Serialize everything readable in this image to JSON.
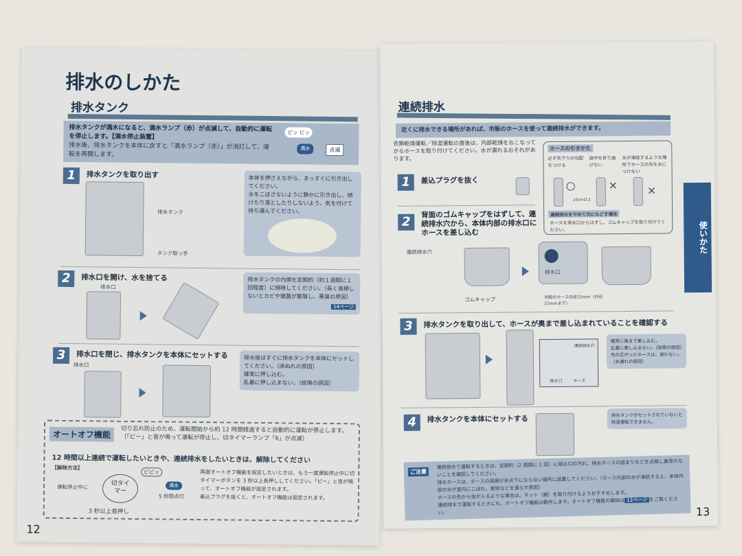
{
  "left_page": {
    "title": "排水のしかた",
    "section": "排水タンク",
    "intro_bold": "排水タンクが満水になると、満水ランプ（赤）が点滅して、自動的に運転を停止します。【満水停止装置】",
    "intro": "排水後、排水タンクを本体に戻すと「満水ランプ（赤）」が消灯して、運転を再開します。",
    "beep": "ピッ ピッ",
    "lamp": "満水",
    "blink": "点滅",
    "steps": [
      {
        "num": "1",
        "title": "排水タンクを取り出す",
        "labels": [
          "排水タンク",
          "タンク取っ手"
        ],
        "notes": [
          "本体を押さえながら、まっすぐに引き出してください。",
          "水をこぼさないように静かに引き出し、傾けたり落としたりしないよう、気を付けて持ち運んでください。"
        ]
      },
      {
        "num": "2",
        "title": "排水口を開け、水を捨てる",
        "labels": [
          "排水口"
        ],
        "notes": [
          "排水タンクの内側を定期的（約１週間に１回程度）に掃除してください。（長く清掃しないとカビや雑菌が繁殖し、悪臭の原因）"
        ],
        "ref": "14ページ"
      },
      {
        "num": "3",
        "title": "排水口を閉じ、排水タンクを本体にセットする",
        "labels": [
          "排水口"
        ],
        "notes": [
          "排水後はすぐに排水タンクを本体にセットしてください。（床ぬれの原因）",
          "確実に押し込む。",
          "乱暴に押し込まない。（故障の原因）"
        ]
      }
    ],
    "autooff": {
      "label": "オートオフ機能",
      "desc": "切り忘れ防止のため、運転開始から約 12 時間経過すると自動的に運転が停止します。（「ピー」と音が鳴って運転が停止し、切タイマーランプ「6」が点滅）",
      "headline": "12 時間以上連続で運転したいときや、連続排水をしたいときは、解除してください",
      "method": "【解除方法】",
      "while_stopped": "運転停止中に",
      "button": "切タイマー",
      "beep": "ピピッ",
      "lamp": "満水",
      "lamp_note": "5 秒間点灯",
      "press": "3 秒以上長押し",
      "notes": [
        "再度オートオフ機能を設定したいときは、もう一度運転停止中に切タイマーボタンを 3 秒以上長押ししてください。「ピー」と音が鳴って、オートオフ機能が設定されます。",
        "差込プラグを抜くと、オートオフ機能は設定されます。"
      ]
    },
    "page_number": "12"
  },
  "right_page": {
    "section": "連続排水",
    "band": "近くに排水できる場所があれば、市販のホースを使って連続排水ができます。",
    "intro": "衣類乾燥運転／除湿運転の直後は、内部乾燥をおこなってからホースを取り付けてください。水が漏れるおそれがあります。",
    "side_tab": "使いかた",
    "hose_box": {
      "title": "ホースの引きかた",
      "cols": [
        "必ず先下りの勾配をつける",
        "途中を折り曲げない",
        "水が凍結するような場所でホースの先を水につけない"
      ],
      "marks": [
        "○",
        "×",
        "×"
      ],
      "dim": "10cm以上",
      "restore_title": "連続排水をやめて元にもどす場合",
      "restore": "ホースを排水口からはずし、ゴムキャップを取り付けてください。"
    },
    "steps": [
      {
        "num": "1",
        "title": "差込プラグを抜く"
      },
      {
        "num": "2",
        "title": "背面のゴムキャップをはずして、連続排水穴から、本体内部の排水口にホースを差し込む",
        "labels": [
          "連続排水穴",
          "ゴムキャップ",
          "排水口",
          "市販のホース内径15mm（外径21mmまで）"
        ]
      },
      {
        "num": "3",
        "title": "排水タンクを取り出して、ホースが奥まで差し込まれていることを確認する",
        "labels": [
          "連続排水穴",
          "排水口",
          "ホース"
        ],
        "notes": [
          "確実に奥まで差し込む。",
          "乱暴に差し込まない。（故障の原因）",
          "先の広がったホースは、使わない。（水漏れの原因）"
        ]
      },
      {
        "num": "4",
        "title": "排水タンクを本体にセットする",
        "notes": [
          "排水タンクがセットされていないと除湿運転できません。"
        ]
      }
    ],
    "caution": {
      "label": "ご注意",
      "items": [
        "連続排水で運転するときは、定期的（2 週間に 1 回）に吸込口の汚れ、排水ホースの詰まりなどを点検し異常のないことを確認してください。",
        "排水ホースは、ホースの周囲が氷点下にならない場所に設置してください。（ホース内部の水が凍結すると、本体内部の水が室内にこぼれ、家財などを濡らす原因）",
        "ホースの先から虫が入るような場合は、ネット（網）を取り付けるようおすすめします。",
        "連続排水で運転するときにも、オートオフ機能は動作します。オートオフ機能の解除は"
      ],
      "ref": "12ページ",
      "ref_suffix": "をご覧ください。"
    },
    "page_number": "13"
  },
  "colors": {
    "accent": "#2f5a8a",
    "band": "#a9b8c8",
    "heading": "#1e3550",
    "paper": "#e4e4e2"
  }
}
